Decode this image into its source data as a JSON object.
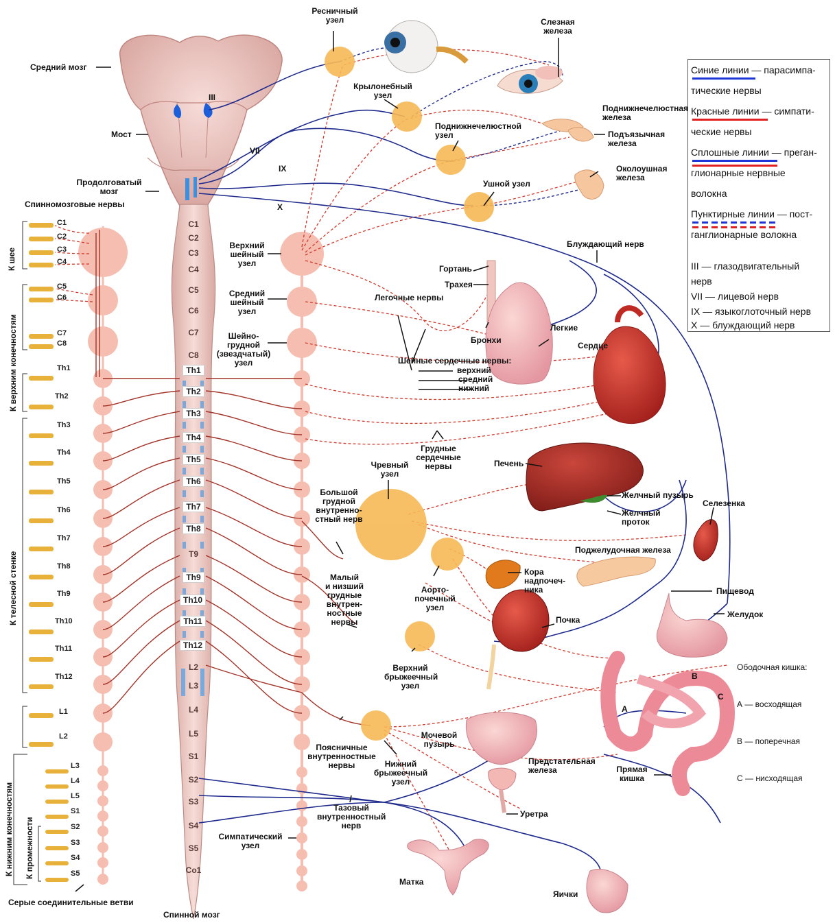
{
  "brain": {
    "midbrain": "Средний мозг",
    "pons": "Мост",
    "medulla": "Продолговатый\nмозг",
    "spinal_nerves": "Спинномозговые нервы",
    "spinal_cord": "Спинной мозг",
    "gray_rami": "Серые соединительные ветви",
    "cranial_III": "III",
    "cranial_VII": "VII",
    "cranial_IX": "IX",
    "cranial_X": "X"
  },
  "segments_cord": [
    "C1",
    "C2",
    "C3",
    "C4",
    "C5",
    "C6",
    "C7",
    "C8",
    "Th1",
    "Th2",
    "Th3",
    "Th4",
    "Th5",
    "Th6",
    "Th7",
    "Th8",
    "T9",
    "Th9",
    "Th10",
    "Th11",
    "Th12",
    "L2",
    "L3",
    "L4",
    "L5",
    "S1",
    "S2",
    "S3",
    "S4",
    "S5",
    "Co1"
  ],
  "spinal_nerve_labels": [
    "C1",
    "C2",
    "C3",
    "C4",
    "C5",
    "C6",
    "C7",
    "C8",
    "Th1",
    "Th2",
    "Th3",
    "Th4",
    "Th5",
    "Th6",
    "Th7",
    "Th8",
    "Th9",
    "Th10",
    "Th11",
    "Th12",
    "L1",
    "L2",
    "L3",
    "L4",
    "L5",
    "S1",
    "S2",
    "S3",
    "S4",
    "S5"
  ],
  "regions": {
    "neck": "К шее",
    "upper_limbs": "К верхним конечностям",
    "body_wall": "К телесной стенке",
    "lower_limbs": "К нижним конечностям",
    "perineum": "К промежности"
  },
  "ganglia": {
    "ciliary": "Ресничный\nузел",
    "pterygopalatine": "Крылонебный\nузел",
    "submandibular": "Поднижнечелюстной\nузел",
    "otic": "Ушной узел",
    "superior_cervical": "Верхний\nшейный\nузел",
    "middle_cervical": "Средний\nшейный\nузел",
    "cervicothoracic": "Шейно-\nгрудной\n(звездчатый)\nузел",
    "celiac": "Чревный\nузел",
    "aorticorenal": "Аорто-\nпочечный\nузел",
    "superior_mesenteric": "Верхний\nбрыжеечный\nузел",
    "inferior_mesenteric": "Нижний\nбрыжеечный\nузел",
    "sympathetic": "Симпатический\nузел"
  },
  "nerves": {
    "vagus": "Блуждающий нерв",
    "pulmonary": "Легочные нервы",
    "cervical_cardiac": "Шейные сердечные нервы:",
    "cardiac_upper": "верхний",
    "cardiac_middle": "средний",
    "cardiac_lower": "нижний",
    "thoracic_cardiac": "Грудные\nсердечные\nнервы",
    "greater_splanchnic": "Большой\nгрудной\nвнутренно-\nстный нерв",
    "lesser_splanchnic": "Малый\nи низший\nгрудные\nвнутрен-\nностные\nнервы",
    "lumbar_splanchnic": "Поясничные\nвнутренностные\nнервы",
    "pelvic_splanchnic": "Тазовый\nвнутренностный\nнерв"
  },
  "organs": {
    "lacrimal": "Слезная\nжелеза",
    "submandibular_gland": "Поднижнечелюстная\nжелеза",
    "sublingual": "Подъязычная\nжелеза",
    "parotid": "Околоушная\nжелеза",
    "larynx": "Гортань",
    "trachea": "Трахея",
    "bronchi": "Бронхи",
    "lungs": "Легкие",
    "heart": "Сердце",
    "liver": "Печень",
    "gallbladder": "Желчный пузырь",
    "bile_duct": "Желчный\nпроток",
    "spleen": "Селезенка",
    "pancreas": "Поджелудочная железа",
    "adrenal": "Кора\nнадпочеч-\nника",
    "kidney": "Почка",
    "esophagus": "Пищевод",
    "stomach": "Желудок",
    "bladder": "Мочевой\nпузырь",
    "prostate": "Предстательная\nжелеза",
    "urethra": "Уретра",
    "rectum": "Прямая\nкишка",
    "uterus": "Матка",
    "testes": "Яички"
  },
  "colon": {
    "title": "Ободочная кишка:",
    "a": "А — восходящая",
    "b": "В — поперечная",
    "c": "С — нисходящая",
    "mark_a": "A",
    "mark_b": "B",
    "mark_c": "C"
  },
  "legend": {
    "blue_1": "Синие линии — парасимпа-",
    "blue_2": "тические нервы",
    "red_1": "Красные линии — симпати-",
    "red_2": "ческие нервы",
    "solid_1": "Сплошные линии — преган-",
    "solid_2": "глионарные нервные",
    "solid_3": "волокна",
    "dashed_1": "Пунктирные линии — пост-",
    "dashed_2": "ганглионарные волокна",
    "key_III_1": "III — глазодвигательный",
    "key_III_2": "нерв",
    "key_VII": "VII — лицевой нерв",
    "key_IX": "IX — языкоглоточный нерв",
    "key_X": "X — блуждающий нерв"
  },
  "colors": {
    "parasympathetic": "#1c34d8",
    "sympathetic": "#e11f1f",
    "ganglion": "#f7b955",
    "sympathetic_chain": "#f5b7a8",
    "tissue": "#f2c9c4"
  }
}
